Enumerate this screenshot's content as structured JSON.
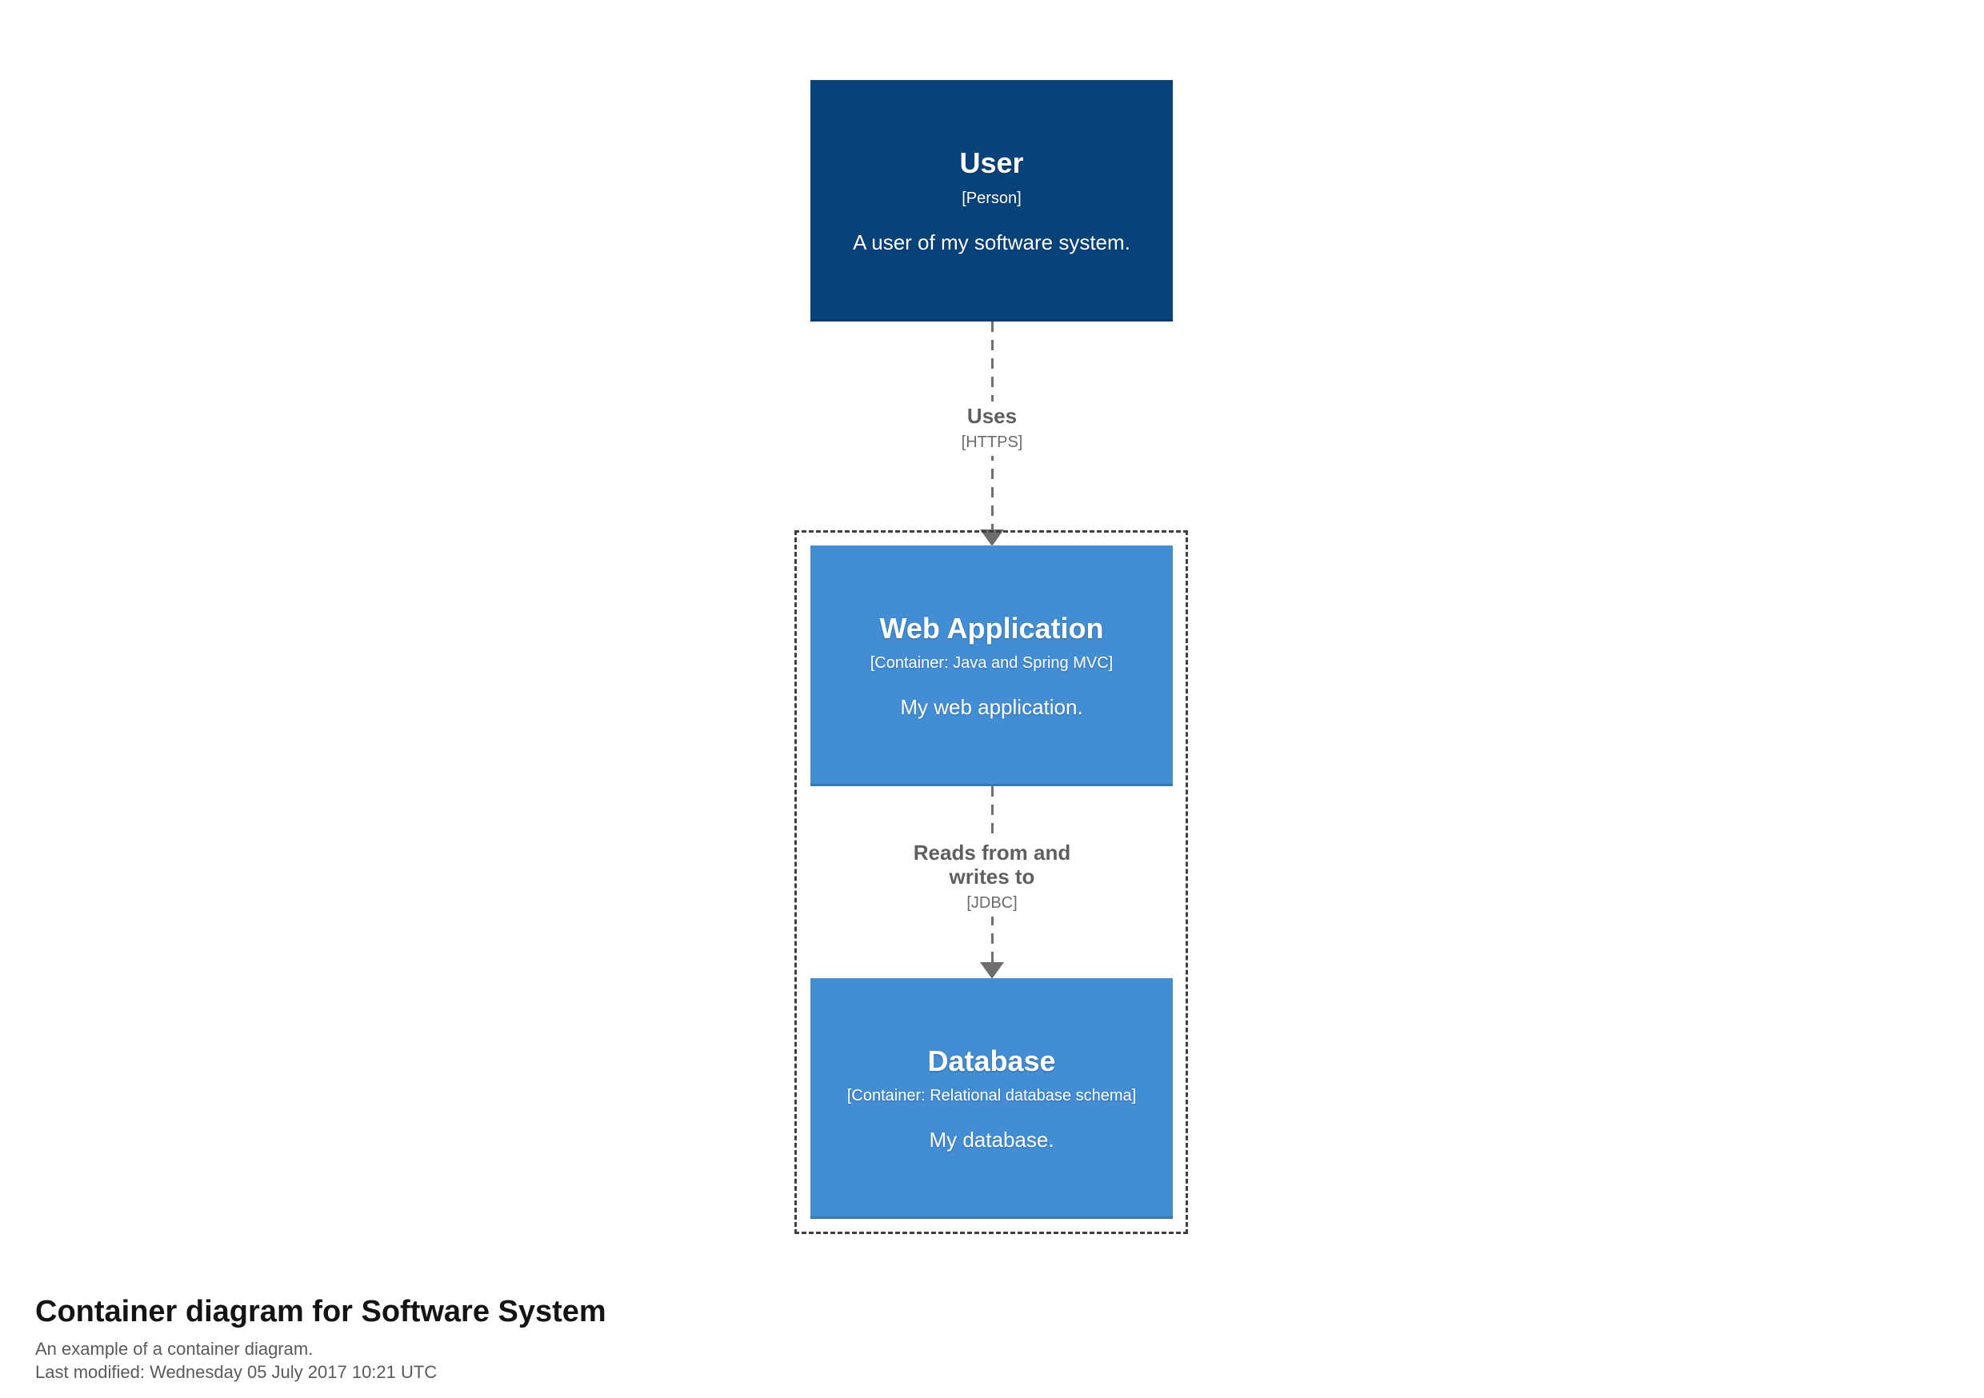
{
  "diagram": {
    "title": "Container diagram for Software System",
    "subtitle": "An example of a container diagram.",
    "last_modified": "Last modified: Wednesday 05 July 2017 10:21 UTC"
  },
  "elements": {
    "user": {
      "name": "User",
      "meta": "[Person]",
      "description": "A user of my software system.",
      "bg_color": "#08427b"
    },
    "web_application": {
      "name": "Web Application",
      "meta": "[Container: Java and Spring MVC]",
      "description": "My web application.",
      "bg_color": "#438dd5"
    },
    "database": {
      "name": "Database",
      "meta": "[Container: Relational database schema]",
      "description": "My database.",
      "bg_color": "#438dd5"
    }
  },
  "relationships": {
    "uses": {
      "name": "Uses",
      "technology": "[HTTPS]"
    },
    "reads_writes": {
      "name": "Reads from and writes to",
      "technology": "[JDBC]"
    }
  },
  "colors": {
    "person_background": "#08427b",
    "container_background": "#438dd5",
    "relationship_line": "#707070",
    "boundary_border": "#3f3f3f",
    "element_text": "#ffffff"
  }
}
